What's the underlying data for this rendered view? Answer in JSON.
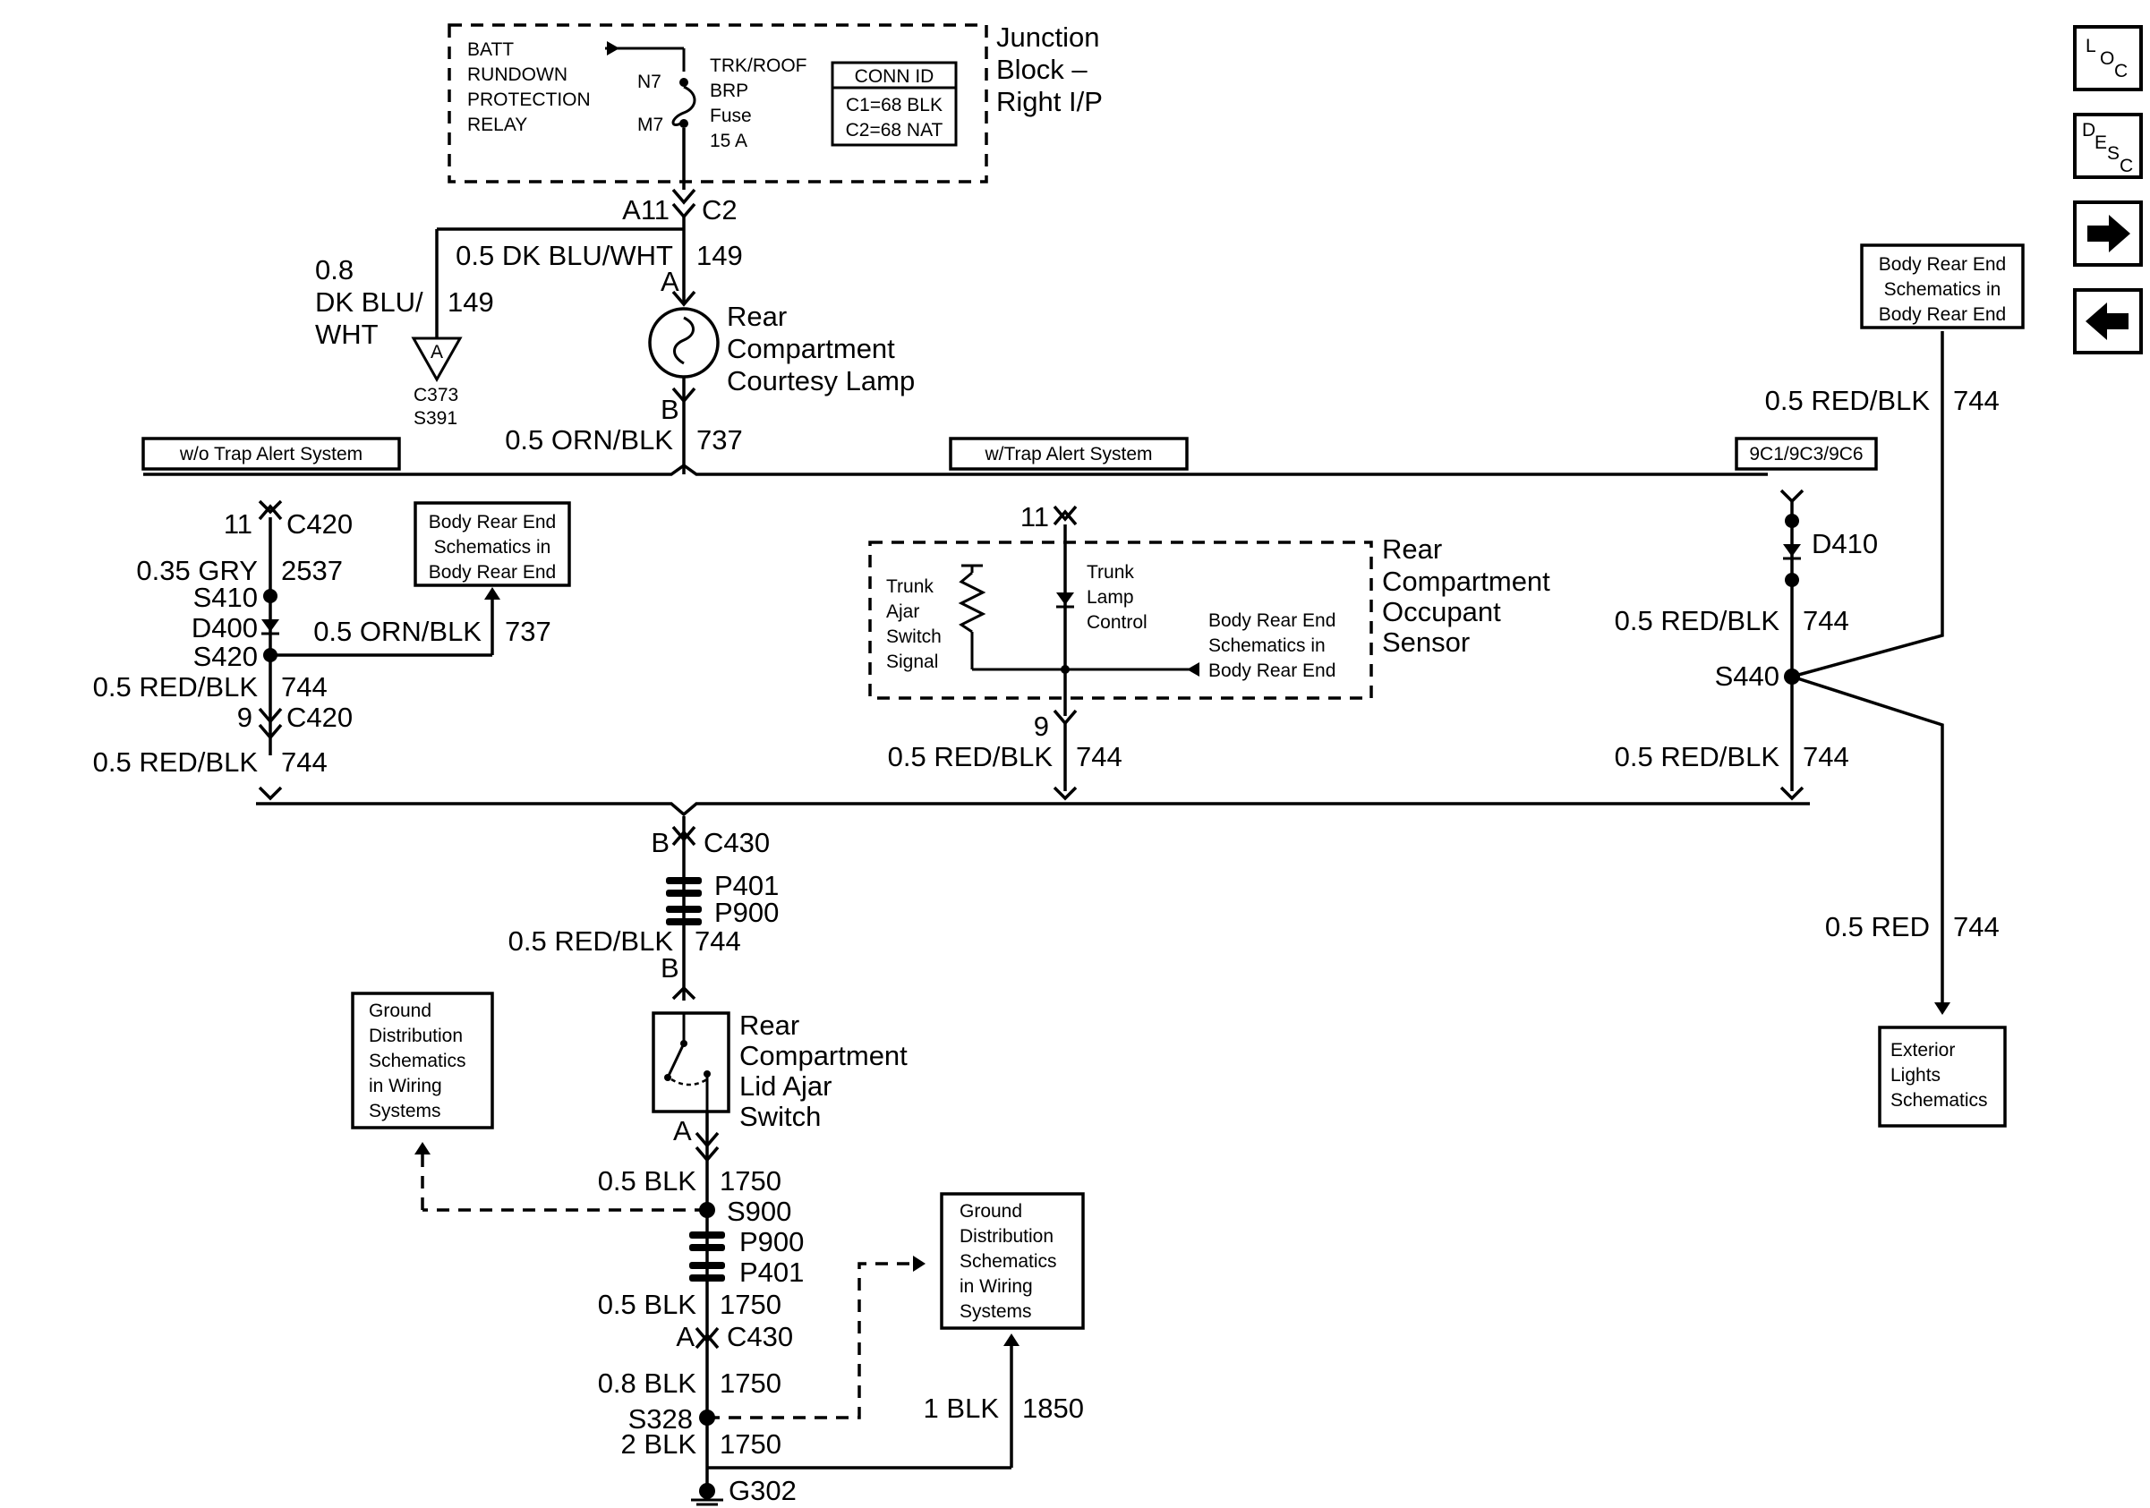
{
  "junction_block": {
    "title_lines": [
      "Junction",
      "Block –",
      "Right I/P"
    ],
    "relay_lines": [
      "BATT",
      "RUNDOWN",
      "PROTECTION",
      "RELAY"
    ],
    "pin_top": "N7",
    "pin_bottom": "M7",
    "fuse_lines": [
      "TRK/ROOF",
      "BRP",
      "Fuse",
      "15 A"
    ],
    "conn_id_header": "CONN ID",
    "conn_id_rows": [
      "C1=68 BLK",
      "C2=68 NAT"
    ]
  },
  "connectors": {
    "jb_left_pin": "A11",
    "jb_conn": "C2",
    "lamp_pin_a": "A",
    "lamp_pin_b": "B",
    "c420_top_pin": "11",
    "c420_top": "C420",
    "c420_bot_pin": "9",
    "c420_bot": "C420",
    "sensor_top_pin": "11",
    "sensor_bot_pin": "9",
    "c430_top_pin": "B",
    "c430_top": "C430",
    "switch_pin_b": "B",
    "switch_pin_a": "A",
    "c430_bot_pin": "A",
    "c430_bot": "C430",
    "offpage_a": "A",
    "offpage_refs": [
      "C373",
      "S391"
    ]
  },
  "wires": {
    "left_feed": {
      "gauge_lines": [
        "0.8",
        "DK BLU/",
        "WHT"
      ],
      "circuit": "149"
    },
    "lamp_feed": {
      "label": "0.5 DK BLU/WHT",
      "circuit": "149"
    },
    "lamp_out": {
      "label": "0.5 ORN/BLK",
      "circuit": "737"
    },
    "gry": {
      "label": "0.35 GRY",
      "circuit": "2537"
    },
    "s420_right": {
      "label": "0.5 ORN/BLK",
      "circuit": "737"
    },
    "left_red1": {
      "label": "0.5 RED/BLK",
      "circuit": "744"
    },
    "left_red2": {
      "label": "0.5 RED/BLK",
      "circuit": "744"
    },
    "mid_red": {
      "label": "0.5 RED/BLK",
      "circuit": "744"
    },
    "right_top_red": {
      "label": "0.5 RED/BLK",
      "circuit": "744"
    },
    "right_d410_red": {
      "label": "0.5 RED/BLK",
      "circuit": "744"
    },
    "right_bot_red": {
      "label": "0.5 RED/BLK",
      "circuit": "744"
    },
    "ext_red": {
      "label": "0.5 RED",
      "circuit": "744"
    },
    "switch_feed": {
      "label": "0.5 RED/BLK",
      "circuit": "744"
    },
    "blk1": {
      "label": "0.5 BLK",
      "circuit": "1750"
    },
    "blk2": {
      "label": "0.5 BLK",
      "circuit": "1750"
    },
    "blk3": {
      "label": "0.8 BLK",
      "circuit": "1750"
    },
    "blk4": {
      "label": "2 BLK",
      "circuit": "1750"
    },
    "blk1850": {
      "label": "1 BLK",
      "circuit": "1850"
    }
  },
  "components": {
    "lamp": [
      "Rear",
      "Compartment",
      "Courtesy Lamp"
    ],
    "sensor": [
      "Rear",
      "Compartment",
      "Occupant",
      "Sensor"
    ],
    "switch": [
      "Rear",
      "Compartment",
      "Lid Ajar",
      "Switch"
    ],
    "sensor_trunk_ajar": [
      "Trunk",
      "Ajar",
      "Switch",
      "Signal"
    ],
    "sensor_lamp_control": [
      "Trunk",
      "Lamp",
      "Control"
    ],
    "sensor_body_ref": [
      "Body Rear End",
      "Schematics in",
      "Body Rear End"
    ]
  },
  "splices": {
    "s410": "S410",
    "d400": "D400",
    "s420": "S420",
    "d410": "D410",
    "s440": "S440",
    "s900": "S900",
    "s328": "S328",
    "g302": "G302",
    "p401_top": "P401",
    "p900_top": "P900",
    "p900_bot": "P900",
    "p401_bot": "P401"
  },
  "option_labels": {
    "without_trap": "w/o Trap Alert System",
    "with_trap": "w/Trap Alert System",
    "rpo": "9C1/9C3/9C6"
  },
  "ref_boxes": {
    "body_rear_left": [
      "Body Rear End",
      "Schematics in",
      "Body Rear End"
    ],
    "body_rear_right": [
      "Body Rear End",
      "Schematics in",
      "Body Rear End"
    ],
    "ground_left": [
      "Ground",
      "Distribution",
      "Schematics",
      "in Wiring",
      "Systems"
    ],
    "ground_right": [
      "Ground",
      "Distribution",
      "Schematics",
      "in Wiring",
      "Systems"
    ],
    "exterior_lights": [
      "Exterior",
      "Lights",
      "Schematics"
    ]
  },
  "nav": {
    "loc_letters": [
      "L",
      "O",
      "C"
    ],
    "desc_letters": [
      "D",
      "E",
      "S",
      "C"
    ],
    "next_icon": "arrow-right",
    "prev_icon": "arrow-left"
  }
}
